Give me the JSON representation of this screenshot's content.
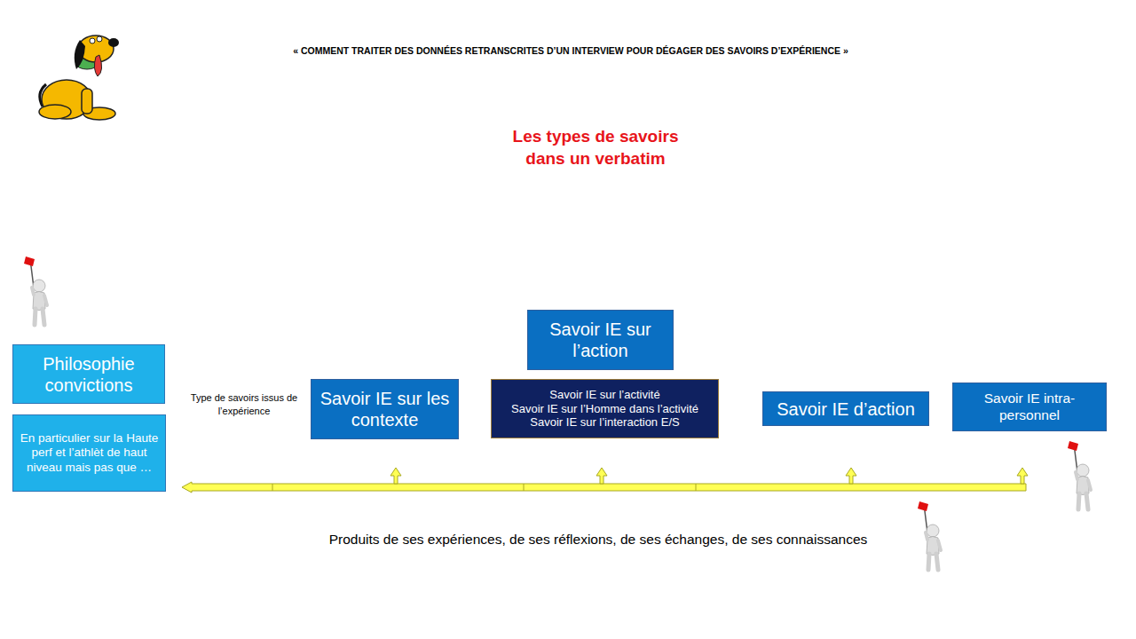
{
  "diagram": {
    "title": "Les types de savoirs dans un verbatim",
    "nodes": [
      {
        "text": [
          "Philosophie convictions"
        ]
      },
      {
        "text": [
          "En particulier sur la Haute perf et l’athlèt de haut niveau mais pas que …"
        ]
      },
      {
        "text": [
          "Savoir IE sur les contexte"
        ]
      },
      {
        "text": [
          "Savoir IE sur l’action"
        ]
      },
      {
        "text": [
          "Savoir IE sur l’activité",
          "Savoir IE sur l’Homme dans l’activité",
          "Savoir IE sur l’interaction E/S"
        ]
      },
      {
        "text": [
          "Savoir IE d’action"
        ]
      },
      {
        "text": [
          "Savoir IE intra-personnel"
        ]
      }
    ],
    "labels": [
      "« COMMENT TRAITER DES DONNÉES RETRANSCRITES D’UN INTERVIEW POUR DÉGAGER DES SAVOIRS D’EXPÉRIENCE »",
      "Type de savoirs issus de l’expérience",
      "Produits de ses expériences, de ses réflexions, de ses échanges, de ses connaissances"
    ]
  }
}
